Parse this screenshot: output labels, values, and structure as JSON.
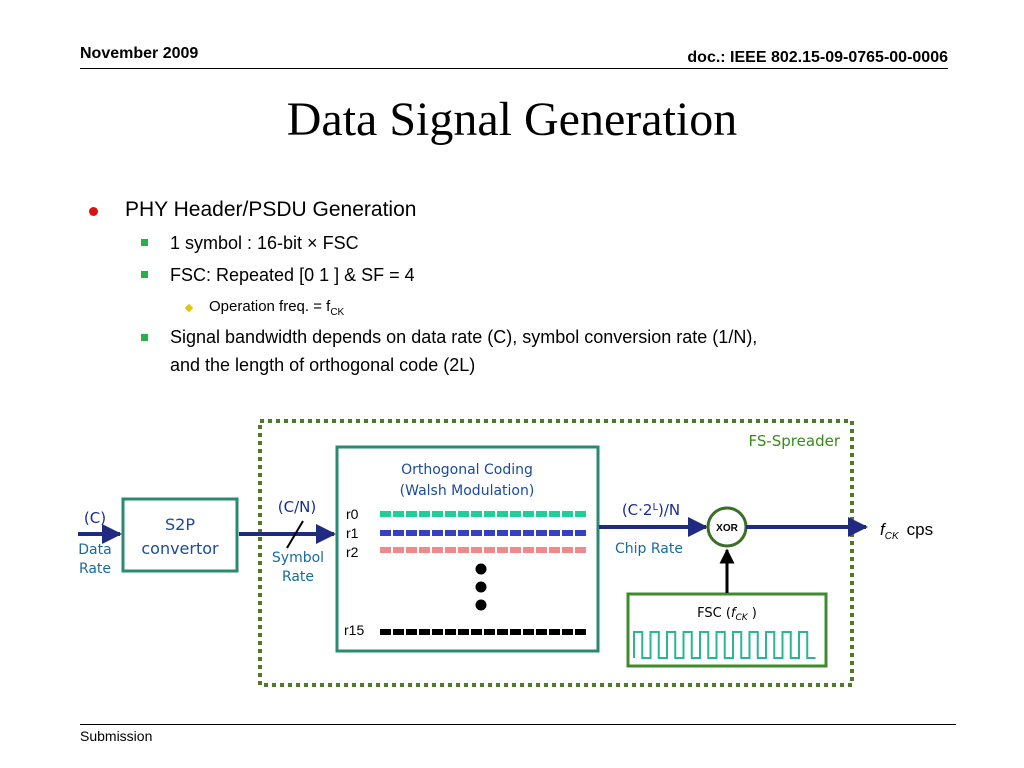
{
  "header": {
    "date": "November 2009",
    "doc": "doc.: IEEE 802.15-09-0765-00-0006"
  },
  "title": "Data Signal Generation",
  "bullets": {
    "main": "PHY Header/PSDU Generation",
    "sub1": "1 symbol : 16-bit × FSC",
    "sub2": "FSC:  Repeated [0 1 ] & SF = 4",
    "sub2a_prefix": "Operation freq. = f",
    "sub2a_sub": "CK",
    "sub3_line1": "Signal bandwidth depends on data rate (C),  symbol conversion rate (1/N),",
    "sub3_line2": "and the length of orthogonal code (2L)"
  },
  "diagram": {
    "spreader_label": "FS-Spreader",
    "input_rate": "(C)",
    "input_caption1": "Data",
    "input_caption2": "Rate",
    "s2p_line1": "S2P",
    "s2p_line2": "convertor",
    "symbol_rate_value": "(C/N)",
    "symbol_caption1": "Symbol",
    "symbol_caption2": "Rate",
    "coding_line1": "Orthogonal Coding",
    "coding_line2": "(Walsh Modulation)",
    "rows": [
      "r0",
      "r1",
      "r2",
      "r15"
    ],
    "chip_rate_prefix": "(C·2",
    "chip_rate_sup": "L",
    "chip_rate_suffix": ")/N",
    "chip_caption": "Chip Rate",
    "xor_label": "XOR",
    "fsc_prefix": "FSC (",
    "fsc_italic": "f",
    "fsc_sub": "CK",
    "fsc_suffix": " )",
    "output_italic": "f",
    "output_sub": "CK",
    "output_unit": "cps",
    "colors": {
      "spreader_border": "#4f7a28",
      "box_border": "#2a8a70",
      "arrow": "#1f2a80",
      "row0": "#1ecf9a",
      "row1": "#3540c8",
      "row2": "#f08a8a",
      "row15": "#000000",
      "fsc_border": "#3c8c2c",
      "wave": "#2ab596"
    }
  },
  "footer": "Submission"
}
